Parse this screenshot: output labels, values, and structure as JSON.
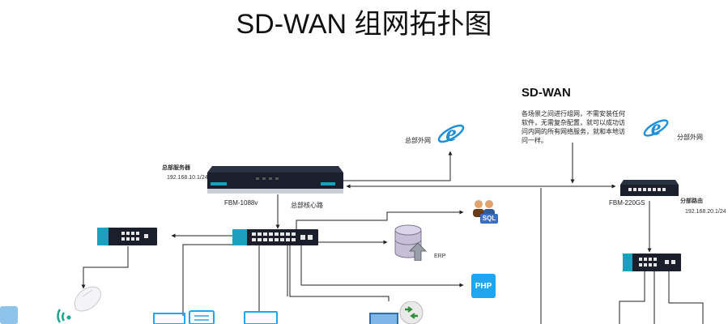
{
  "title": "SD-WAN 组网拓扑图",
  "sdwan": {
    "heading": "SD-WAN",
    "description": "各场景之间进行组网，不需安装任何软件，无需复杂配置，就可以成功访问内网的所有网络服务，就和本地访问一样。"
  },
  "hq": {
    "server_label": "总部服务器",
    "server_ip": "192.168.10.1/24",
    "router_model": "FBM-1088v",
    "core_route_label": "总部核心路",
    "extranet_label": "总部外网"
  },
  "branch": {
    "extranet_label": "分部外网",
    "router_model": "FBM-220GS",
    "route_label": "分部路由",
    "route_ip": "192.168.20.1/24"
  },
  "services": {
    "sql_label": "SQL",
    "erp_label": "ERP",
    "php_label": "PHP"
  },
  "colors": {
    "line": "#222222",
    "ie_blue": "#1e8fd6",
    "device_dark": "#1a1f2b",
    "php_tile": "#1ea7f0",
    "device_teal": "#1d9fbf"
  }
}
